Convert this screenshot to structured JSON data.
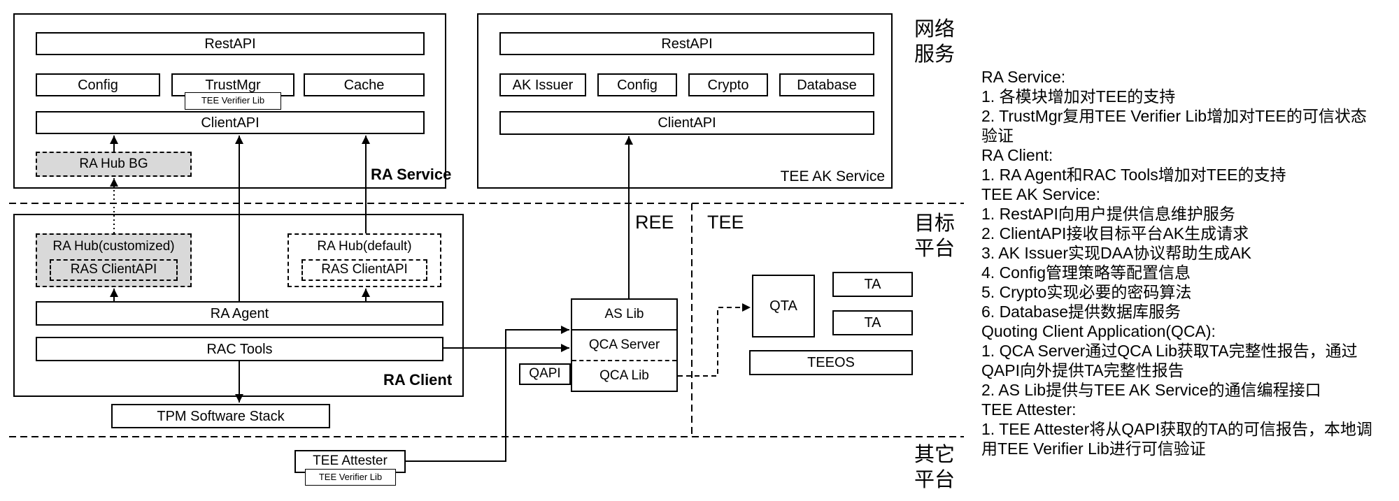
{
  "ra_service": {
    "title": "RA Service",
    "restapi": "RestAPI",
    "config": "Config",
    "trustmgr": "TrustMgr",
    "tee_verifier_lib": "TEE Verifier Lib",
    "cache": "Cache",
    "clientapi": "ClientAPI",
    "ra_hub_bg": "RA Hub BG"
  },
  "tee_ak_service": {
    "title": "TEE AK Service",
    "restapi": "RestAPI",
    "ak_issuer": "AK Issuer",
    "config": "Config",
    "crypto": "Crypto",
    "database": "Database",
    "clientapi": "ClientAPI"
  },
  "ra_client": {
    "title": "RA Client",
    "hub_customized": "RA Hub(customized)",
    "hub_customized_inner": "RAS ClientAPI",
    "hub_default": "RA Hub(default)",
    "hub_default_inner": "RAS ClientAPI",
    "ra_agent": "RA Agent",
    "rac_tools": "RAC Tools"
  },
  "tpm_stack": "TPM Software Stack",
  "qapi": "QAPI",
  "qca": {
    "as_lib": "AS Lib",
    "qca_server": "QCA Server",
    "qca_lib": "QCA Lib"
  },
  "tee_side": {
    "qta": "QTA",
    "ta_1": "TA",
    "ta_2": "TA",
    "teeos": "TEEOS"
  },
  "tee_attester": {
    "title": "TEE Attester",
    "tee_verifier_lib": "TEE Verifier Lib"
  },
  "zones": {
    "network": [
      "网络",
      "服务"
    ],
    "target": [
      "目标",
      "平台"
    ],
    "other": [
      "其它",
      "平台"
    ],
    "ree": "REE",
    "tee": "TEE"
  },
  "notes": {
    "lines": [
      "RA Service:",
      "1. 各模块增加对TEE的支持",
      "2. TrustMgr复用TEE Verifier Lib增加对TEE的可信状态",
      "验证",
      "RA Client:",
      "1. RA Agent和RAC Tools增加对TEE的支持",
      "TEE AK Service:",
      "1. RestAPI向用户提供信息维护服务",
      "2. ClientAPI接收目标平台AK生成请求",
      "3. AK Issuer实现DAA协议帮助生成AK",
      "4. Config管理策略等配置信息",
      "5. Crypto实现必要的密码算法",
      "6. Database提供数据库服务",
      "Quoting Client Application(QCA):",
      "1. QCA Server通过QCA Lib获取TA完整性报告，通过",
      "QAPI向外提供TA完整性报告",
      "2. AS Lib提供与TEE AK Service的通信编程接口",
      "TEE Attester:",
      "1. TEE Attester将从QAPI获取的TA的可信报告，本地调",
      "用TEE Verifier Lib进行可信验证"
    ]
  }
}
